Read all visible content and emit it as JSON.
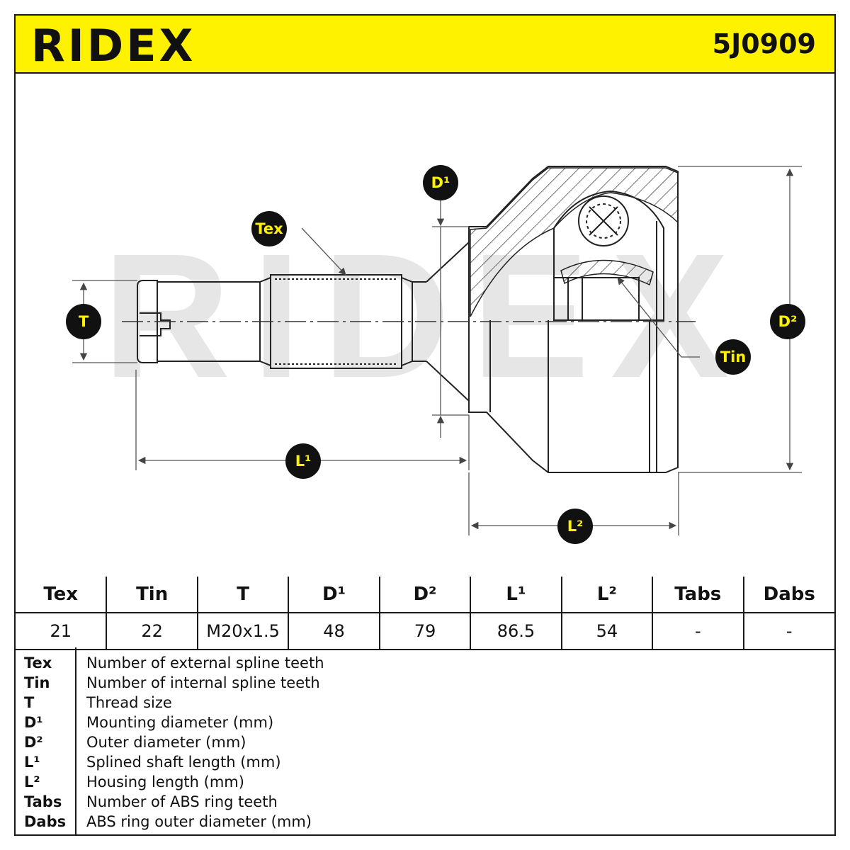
{
  "header": {
    "brand": "RIDEX",
    "part_number": "5J0909"
  },
  "watermark": "RIDEX",
  "labels": {
    "tex": "Tex",
    "tin": "Tin",
    "t": "T",
    "d1": "D¹",
    "d2": "D²",
    "l1": "L¹",
    "l2": "L²"
  },
  "colors": {
    "header_bg": "#fff200",
    "badge_bg": "#111111",
    "badge_text": "#fff200"
  },
  "table": {
    "headers": [
      "Tex",
      "Tin",
      "T",
      "D¹",
      "D²",
      "L¹",
      "L²",
      "Tabs",
      "Dabs"
    ],
    "values": [
      "21",
      "22",
      "M20x1.5",
      "48",
      "79",
      "86.5",
      "54",
      "-",
      "-"
    ]
  },
  "legend": [
    {
      "term": "Tex",
      "desc": "Number of external spline teeth"
    },
    {
      "term": "Tin",
      "desc": "Number of internal spline teeth"
    },
    {
      "term": "T",
      "desc": "Thread size"
    },
    {
      "term": "D¹",
      "desc": "Mounting diameter (mm)"
    },
    {
      "term": "D²",
      "desc": "Outer diameter (mm)"
    },
    {
      "term": "L¹",
      "desc": "Splined shaft length (mm)"
    },
    {
      "term": "L²",
      "desc": "Housing length (mm)"
    },
    {
      "term": "Tabs",
      "desc": "Number of ABS ring teeth"
    },
    {
      "term": "Dabs",
      "desc": "ABS ring outer diameter (mm)"
    }
  ]
}
